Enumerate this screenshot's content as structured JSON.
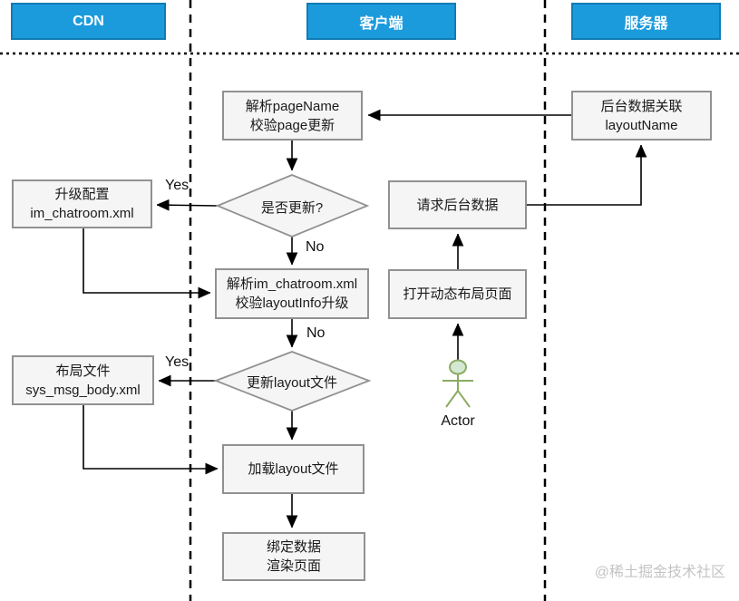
{
  "lanes": {
    "cdn": "CDN",
    "client": "客户端",
    "server": "服务器"
  },
  "nodes": {
    "backend_link": "后台数据关联\nlayoutName",
    "parse_page": "解析pageName\n校验page更新",
    "decision_update": "是否更新?",
    "upgrade_config": "升级配置\nim_chatroom.xml",
    "request_data": "请求后台数据",
    "parse_chatroom": "解析im_chatroom.xml\n校验layoutInfo升级",
    "open_page": "打开动态布局页面",
    "decision_layout": "更新layout文件",
    "layout_file": "布局文件\nsys_msg_body.xml",
    "load_layout": "加载layout文件",
    "bind_render": "绑定数据\n渲染页面"
  },
  "edge_labels": {
    "yes1": "Yes",
    "no1": "No",
    "yes2": "Yes",
    "no2": "No"
  },
  "actor_label": "Actor",
  "watermark": "@稀土掘金技术社区",
  "colors": {
    "lane_header_fill": "#1c9bdc",
    "lane_header_border": "#0f7cb4",
    "lane_header_text": "#ffffff",
    "node_fill": "#f5f5f5",
    "node_border": "#919191",
    "line": "#000000",
    "actor_stroke": "#8cab62",
    "actor_fill": "#d5e8d4",
    "watermark_text": "#c4c4c4"
  }
}
